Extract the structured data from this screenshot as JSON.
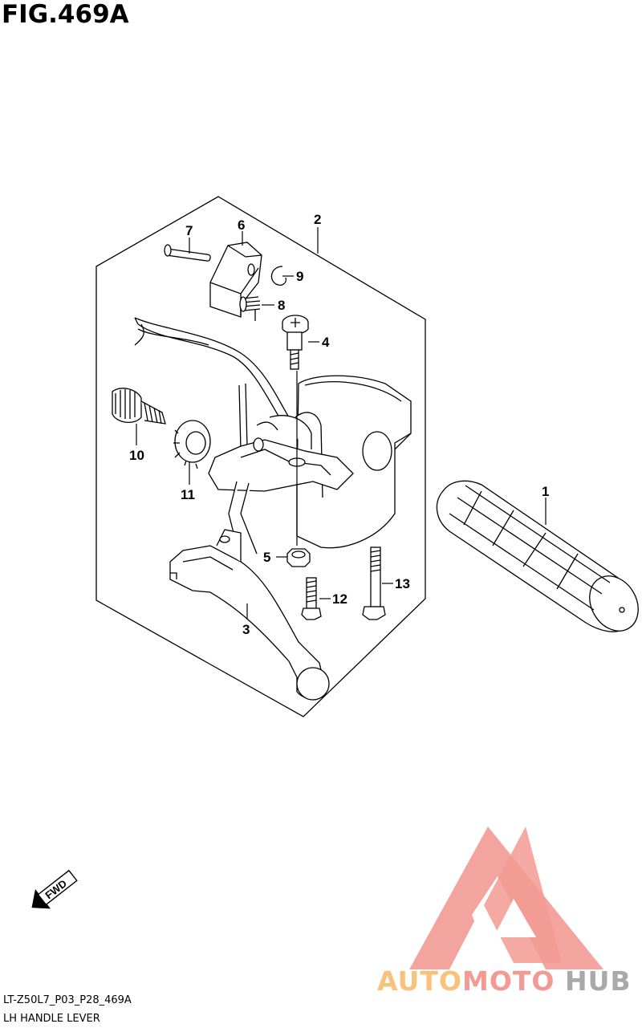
{
  "figure": {
    "title": "FIG.469A",
    "code_line": "LT-Z50L7_P03_P28_469A",
    "caption": "LH HANDLE LEVER"
  },
  "callouts": [
    "1",
    "2",
    "3",
    "4",
    "5",
    "6",
    "7",
    "8",
    "9",
    "10",
    "11",
    "12",
    "13"
  ],
  "fwd_label": "FWD",
  "watermark": {
    "part1": "AUTO",
    "part2": "MOTO",
    "part3": "HUB",
    "colors": {
      "logo": "#f29a93",
      "auto": "#f9c17a",
      "moto": "#f29a93",
      "hub": "#a9a9a9"
    }
  },
  "colors": {
    "line": "#000000",
    "background": "#ffffff"
  }
}
